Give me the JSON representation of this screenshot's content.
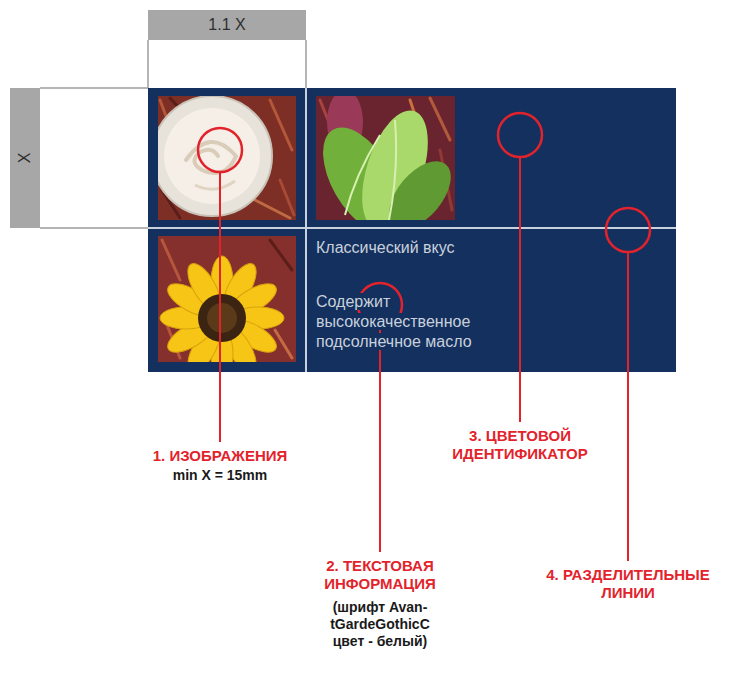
{
  "diagram": {
    "nodes": [
      {
        "text": [
          "1.1 X"
        ]
      },
      {
        "text": [
          "X"
        ]
      },
      {
        "text": [
          "Классический вкус",
          "Содержит высококачественное подсолнечное масло"
        ]
      }
    ],
    "labels": [
      "1. ИЗОБРАЖЕНИЯ",
      "min X = 15mm",
      "3. ЦВЕТОВОЙ ИДЕНТИФИКАТОР",
      "2. ТЕКСТОВАЯ ИНФОРМАЦИЯ",
      "(шрифт Avan- tGardeGothicC цвет - белый)",
      "4. РАЗДЕЛИТЕЛЬНЫЕ ЛИНИИ"
    ]
  }
}
